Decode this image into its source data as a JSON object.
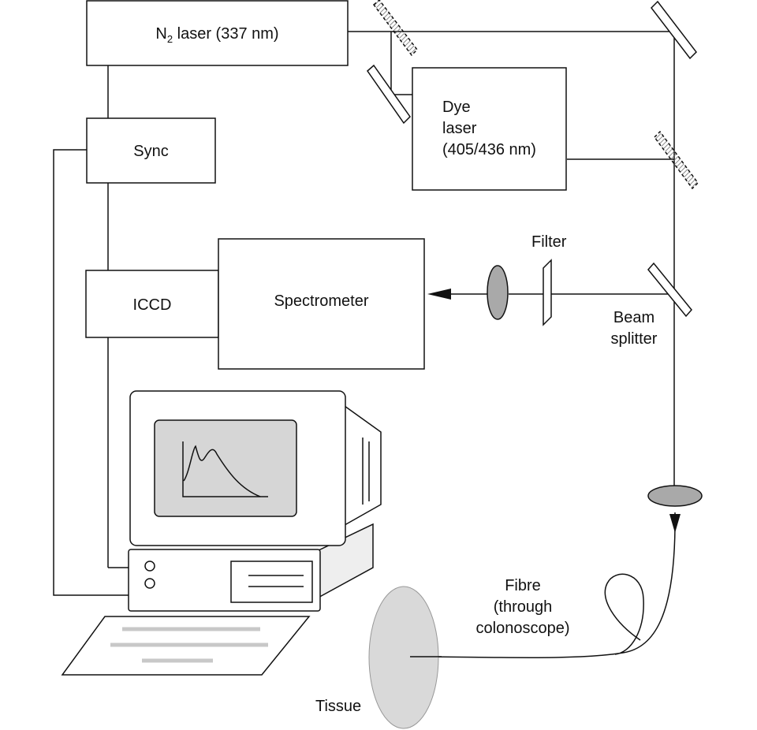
{
  "components": {
    "n2_laser": {
      "name": "N",
      "sub": "2",
      "rest": " laser (337 nm)"
    },
    "sync": "Sync",
    "dye_laser": [
      "Dye",
      "laser",
      "(405/436 nm)"
    ],
    "iccd": "ICCD",
    "spectrometer": "Spectrometer",
    "filter": "Filter",
    "beam_splitter": [
      "Beam",
      "splitter"
    ],
    "fibre": [
      "Fibre",
      "(through",
      "colonoscope)"
    ],
    "tissue": "Tissue"
  },
  "colors": {
    "background": "#ffffff",
    "panel_bg": "#eeeeee",
    "line": "#111111",
    "lens_fill": "#a9a9a9",
    "tissue_fill": "#d9d9d9",
    "mirror_fill": "#ffffff",
    "dichroic_fill": "#cfcfcf"
  }
}
